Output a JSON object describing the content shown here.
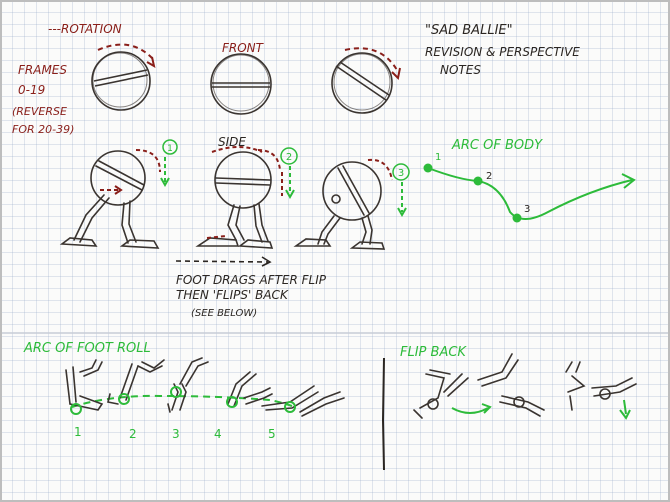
{
  "notes": {
    "rotation": "---ROTATION",
    "front": "FRONT",
    "side": "SIDE",
    "frames_lines": [
      "FRAMES",
      "0-19",
      "(REVERSE",
      "FOR 20-39)"
    ],
    "title_lines": [
      "\"SAD BALLIE\"",
      "REVISION & PERSPECTIVE",
      "NOTES"
    ],
    "arc_of_body": "ARC OF BODY",
    "body_points": [
      "1",
      "2",
      "3"
    ],
    "step_numbers": [
      "1",
      "2",
      "3"
    ],
    "foot_drag_lines": [
      "FOOT DRAGS AFTER FLIP",
      "THEN 'FLIPS' BACK",
      "(SEE BELOW)"
    ],
    "arc_of_foot_roll": "ARC OF FOOT ROLL",
    "foot_roll_numbers": [
      "1",
      "2",
      "3",
      "4",
      "5"
    ],
    "flip_back": "FLIP BACK"
  },
  "colors": {
    "ink": "#2b2622",
    "red": "#8a1f1a",
    "green": "#2dbb3a"
  }
}
